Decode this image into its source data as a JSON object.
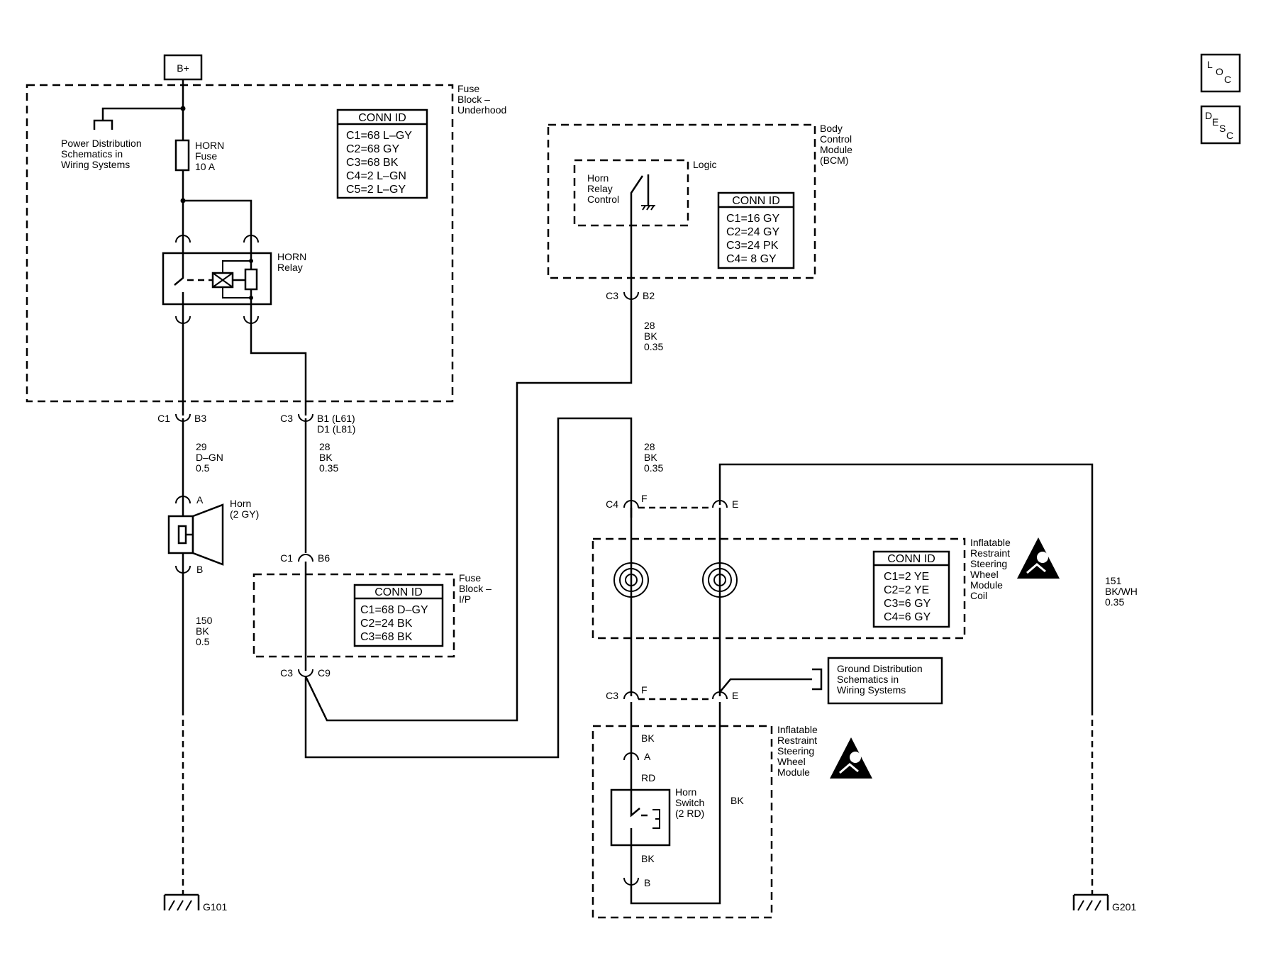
{
  "battery": "B+",
  "side_buttons": {
    "loc": [
      "L",
      "O",
      "C"
    ],
    "desc": [
      "D",
      "E",
      "S",
      "C"
    ]
  },
  "fuse_block_underhood": {
    "label": [
      "Fuse",
      "Block –",
      "Underhood"
    ],
    "conn_title": "CONN ID",
    "conn_items": [
      "C1=68 L–GY",
      "C2=68 GY",
      "C3=68 BK",
      "C4=2 L–GN",
      "C5=2 L–GY"
    ],
    "power_dist_ref": [
      "Power Distribution",
      "Schematics in",
      "Wiring Systems"
    ],
    "fuse_label": [
      "HORN",
      "Fuse",
      "10 A"
    ],
    "relay_label": [
      "HORN",
      "Relay"
    ]
  },
  "bcm": {
    "label": [
      "Body",
      "Control",
      "Module",
      "(BCM)"
    ],
    "logic_label": "Logic",
    "inner_label": [
      "Horn",
      "Relay",
      "Control"
    ],
    "conn_title": "CONN ID",
    "conn_items": [
      "C1=16 GY",
      "C2=24 GY",
      "C3=24 PK",
      "C4=  8 GY"
    ]
  },
  "fuse_block_ip": {
    "label": [
      "Fuse",
      "Block –",
      "I/P"
    ],
    "conn_title": "CONN ID",
    "conn_items": [
      "C1=68 D–GY",
      "C2=24 BK",
      "C3=68 BK"
    ]
  },
  "coil": {
    "label": [
      "Inflatable",
      "Restraint",
      "Steering",
      "Wheel",
      "Module",
      "Coil"
    ],
    "conn_title": "CONN ID",
    "conn_items": [
      "C1=2 YE",
      "C2=2 YE",
      "C3=6 GY",
      "C4=6 GY"
    ]
  },
  "wheel_module": {
    "label": [
      "Inflatable",
      "Restraint",
      "Steering",
      "Wheel",
      "Module"
    ],
    "switch_label": [
      "Horn",
      "Switch",
      "(2 RD)"
    ]
  },
  "ground_dist_ref": [
    "Ground Distribution",
    "Schematics in",
    "Wiring Systems"
  ],
  "horn_label": [
    "Horn",
    "(2 GY)"
  ],
  "connectors": {
    "c1_b3": {
      "conn": "C1",
      "pin": "B3"
    },
    "c3_b1": {
      "conn": "C3",
      "pin": [
        "B1 (L61)",
        "D1 (L81)"
      ]
    },
    "c3_b2": {
      "conn": "C3",
      "pin": "B2"
    },
    "c1_b6": {
      "conn": "C1",
      "pin": "B6"
    },
    "c3_c9": {
      "conn": "C3",
      "pin": "C9"
    },
    "c4_f": {
      "conn": "C4",
      "pin": "F"
    },
    "c4_e": {
      "pin": "E"
    },
    "c3_f": {
      "conn": "C3",
      "pin": "F"
    },
    "c3_e": {
      "pin": "E"
    },
    "horn_a": "A",
    "horn_b": "B",
    "switch_a": "A",
    "switch_b": "B"
  },
  "wires": {
    "w29": [
      "29",
      "D–GN",
      "0.5"
    ],
    "w28_fuse": [
      "28",
      "BK",
      "0.35"
    ],
    "w28_bcm": [
      "28",
      "BK",
      "0.35"
    ],
    "w28_coil": [
      "28",
      "BK",
      "0.35"
    ],
    "w150": [
      "150",
      "BK",
      "0.5"
    ],
    "w151": [
      "151",
      "BK/WH",
      "0.35"
    ],
    "bk_top": "BK",
    "rd": "RD",
    "bk_bottom": "BK",
    "bk_right": "BK"
  },
  "grounds": {
    "g101": "G101",
    "g201": "G201"
  }
}
